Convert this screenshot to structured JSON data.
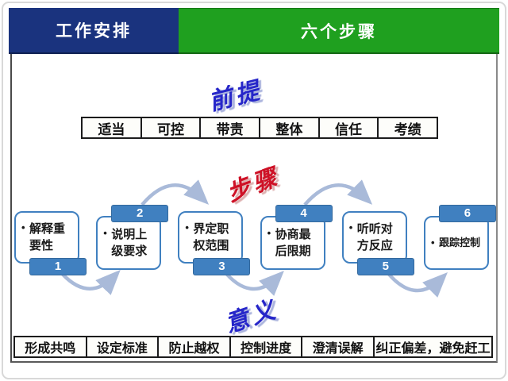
{
  "header": {
    "left_tab": "工作安排",
    "right_tab": "六个步骤"
  },
  "labels": {
    "premise": "前提",
    "steps": "步骤",
    "meaning": "意义"
  },
  "bullet": "•",
  "premise_items": [
    "适当",
    "可控",
    "带责",
    "整体",
    "信任",
    "考绩"
  ],
  "steps": [
    {
      "num": "1",
      "label": "解释重要性",
      "tab_position": "bottom"
    },
    {
      "num": "2",
      "label": "说明上级要求",
      "tab_position": "top"
    },
    {
      "num": "3",
      "label": "界定职权范围",
      "tab_position": "bottom"
    },
    {
      "num": "4",
      "label": "协商最后限期",
      "tab_position": "top"
    },
    {
      "num": "5",
      "label": "听听对方反应",
      "tab_position": "bottom"
    },
    {
      "num": "6",
      "label": "跟踪控制",
      "tab_position": "top"
    }
  ],
  "meaning_items": [
    "形成共鸣",
    "设定标准",
    "防止越权",
    "控制进度",
    "澄清误解",
    "纠正偏差，避免赶工"
  ],
  "colors": {
    "header_blue": "#1A337E",
    "header_green": "#1FA01F",
    "tab_blue": "#4080C0",
    "arrow": "#A9BAD9",
    "label_blue": "#2626C9",
    "label_red": "#CE1126"
  }
}
